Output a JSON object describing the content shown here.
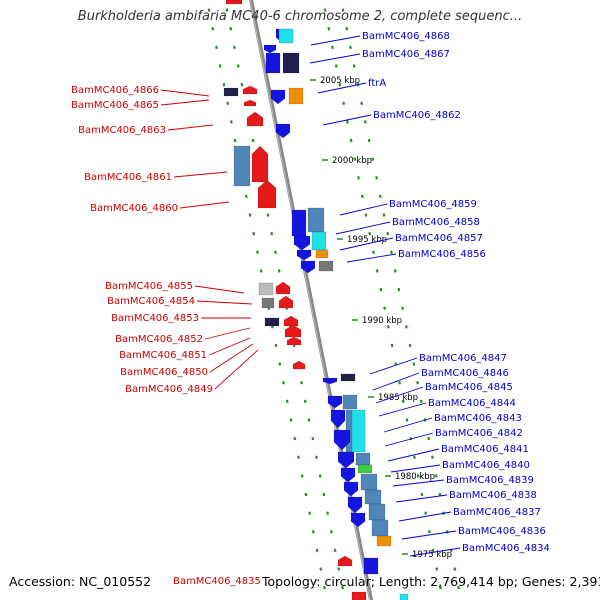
{
  "title": "Burkholderia ambifaria MC40-6 chromosome 2, complete sequenc...",
  "footer": {
    "accession": "Accession: NC_010552",
    "stats": "Topology: circular; Length: 2,769,414 bp; Genes: 2,391",
    "partial_label": "BamMC406_4835"
  },
  "colors": {
    "forward": "#1515e0",
    "reverse": "#e41a1a",
    "blue_text": "#0000cc",
    "red_text": "#cc0000",
    "backbone": "#888888",
    "dash": "#2a8a2a",
    "light_blue": "#4f86b8",
    "cyan": "#22e0e8",
    "orange": "#f0900a",
    "navy": "#20204a",
    "grey": "#777777",
    "green": "#44cc44"
  },
  "ticks": [
    "2005 kbp",
    "2000 kbp",
    "1995 kbp",
    "1990 kbp",
    "1985 kbp",
    "1980 kbp",
    "1975 kbp"
  ],
  "right_labels": [
    "BamMC406_4868",
    "BamMC406_4867",
    "ftrA",
    "BamMC406_4862",
    "BamMC406_4859",
    "BamMC406_4858",
    "BamMC406_4857",
    "BamMC406_4856",
    "BamMC406_4847",
    "BamMC406_4846",
    "BamMC406_4845",
    "BamMC406_4844",
    "BamMC406_4843",
    "BamMC406_4842",
    "BamMC406_4841",
    "BamMC406_4840",
    "BamMC406_4839",
    "BamMC406_4838",
    "BamMC406_4837",
    "BamMC406_4836",
    "BamMC406_4834"
  ],
  "left_labels": [
    "BamMC406_4866",
    "BamMC406_4865",
    "BamMC406_4863",
    "BamMC406_4861",
    "BamMC406_4860",
    "BamMC406_4855",
    "BamMC406_4854",
    "BamMC406_4853",
    "BamMC406_4852",
    "BamMC406_4851",
    "BamMC406_4850",
    "BamMC406_4849"
  ]
}
